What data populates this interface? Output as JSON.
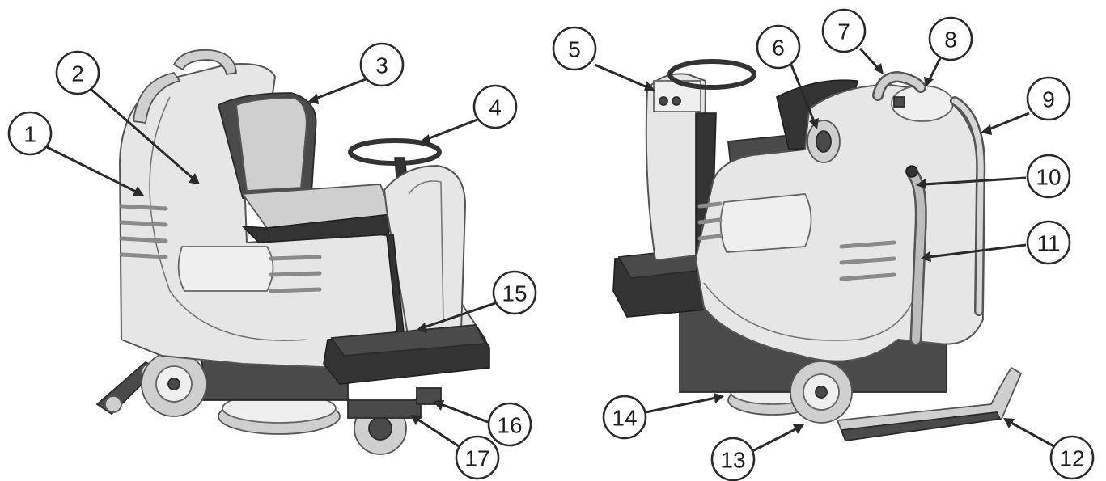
{
  "callouts": [
    {
      "label": "1"
    },
    {
      "label": "2"
    },
    {
      "label": "3"
    },
    {
      "label": "4"
    },
    {
      "label": "5"
    },
    {
      "label": "6"
    },
    {
      "label": "7"
    },
    {
      "label": "8"
    },
    {
      "label": "9"
    },
    {
      "label": "10"
    },
    {
      "label": "11"
    },
    {
      "label": "12"
    },
    {
      "label": "13"
    },
    {
      "label": "14"
    },
    {
      "label": "15"
    },
    {
      "label": "16"
    },
    {
      "label": "17"
    }
  ],
  "colors": {
    "outline": "#2a2a2a",
    "body": "#e6e6e6",
    "dark_parts": "#4a4a4a"
  }
}
